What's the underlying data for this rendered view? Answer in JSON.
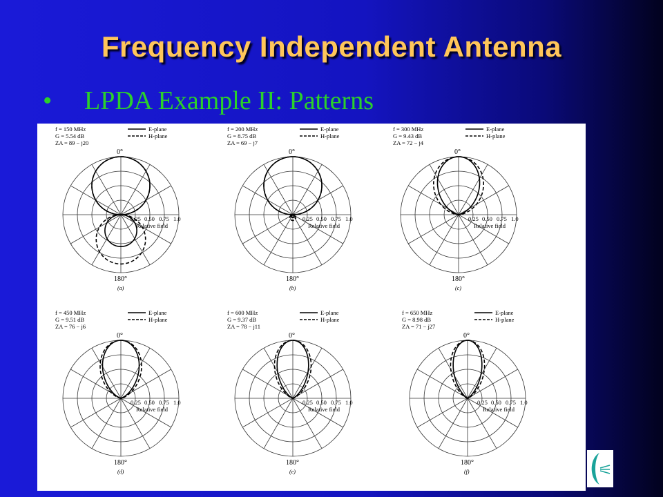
{
  "slide": {
    "title": "Frequency Independent Antenna",
    "bullet_marker": "•",
    "bullet_text": "LPDA Example II: Patterns"
  },
  "legend": {
    "e_plane": "E-plane",
    "h_plane": "H-plane"
  },
  "axis": {
    "top_angle": "0°",
    "bottom_angle": "180°",
    "ticks": [
      "0.25",
      "0.50",
      "0.75",
      "1.0"
    ],
    "tick_values": [
      0.25,
      0.5,
      0.75,
      1.0
    ],
    "radial_label": "Relative field"
  },
  "colors": {
    "title": "#ffc65a",
    "bullet": "#2bd02b",
    "logo": "#1aa39a"
  },
  "logo_icon": "crescent-arrow-logo",
  "panels": [
    {
      "freq": "f = 150 MHz",
      "gain": "G = 5.54 dB",
      "impedance": "ZA = 89 − j20",
      "caption": "(a)"
    },
    {
      "freq": "f = 200 MHz",
      "gain": "G = 8.75 dB",
      "impedance": "ZA = 69 − j7",
      "caption": "(b)"
    },
    {
      "freq": "f = 300 MHz",
      "gain": "G = 9.43 dB",
      "impedance": "ZA = 72 − j4",
      "caption": "(c)"
    },
    {
      "freq": "f = 450 MHz",
      "gain": "G = 9.51 dB",
      "impedance": "ZA = 76 − j6",
      "caption": "(d)"
    },
    {
      "freq": "f = 600 MHz",
      "gain": "G = 9.37 dB",
      "impedance": "ZA = 78 − j11",
      "caption": "(e)"
    },
    {
      "freq": "f = 650 MHz",
      "gain": "G = 8.98 dB",
      "impedance": "ZA = 71 − j27",
      "caption": "(f)"
    }
  ]
}
